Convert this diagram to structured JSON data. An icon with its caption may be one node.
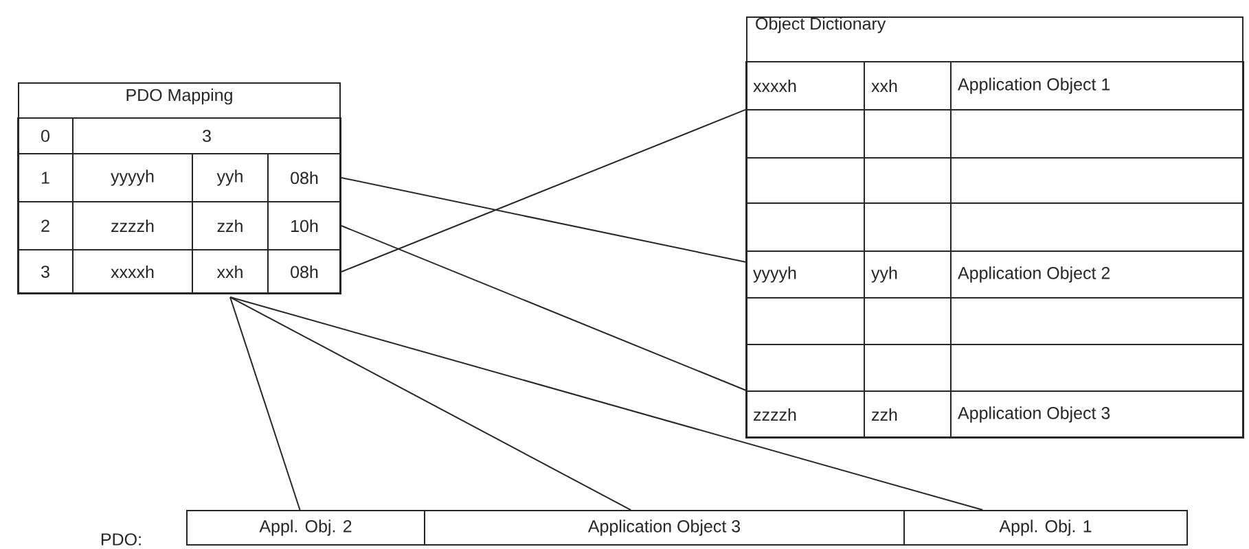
{
  "diagram": {
    "nodes": [
      {
        "text": [
          "PDO Mapping"
        ]
      },
      {
        "text": [
          "0"
        ],
        "in": 0
      },
      {
        "text": [
          "3"
        ],
        "in": 0
      },
      {
        "text": [
          "1"
        ],
        "in": 0
      },
      {
        "text": [
          "yyyyh"
        ],
        "in": 0
      },
      {
        "text": [
          "yyh"
        ],
        "in": 0
      },
      {
        "text": [
          "08h"
        ],
        "in": 0
      },
      {
        "text": [
          "2"
        ],
        "in": 0
      },
      {
        "text": [
          "zzzzh"
        ],
        "in": 0
      },
      {
        "text": [
          "zzh"
        ],
        "in": 0
      },
      {
        "text": [
          "10h"
        ],
        "in": 0
      },
      {
        "text": [
          "3"
        ],
        "in": 0
      },
      {
        "text": [
          "xxxxh"
        ],
        "in": 0
      },
      {
        "text": [
          "xxh"
        ],
        "in": 0
      },
      {
        "text": [
          "08h"
        ],
        "in": 0
      },
      {
        "text": [
          "Object Dictionary"
        ]
      },
      {
        "text": [
          "xxxxh"
        ],
        "in": 15
      },
      {
        "text": [
          "xxh"
        ],
        "in": 15
      },
      {
        "text": [
          "Application Object 1"
        ],
        "in": 15
      },
      {
        "text": [],
        "shape": "box",
        "in": 15
      },
      {
        "text": [],
        "shape": "box",
        "in": 15
      },
      {
        "text": [],
        "shape": "box",
        "in": 15
      },
      {
        "text": [],
        "shape": "box",
        "in": 15
      },
      {
        "text": [],
        "shape": "box",
        "in": 15
      },
      {
        "text": [],
        "shape": "box",
        "in": 15
      },
      {
        "text": [],
        "shape": "box",
        "in": 15
      },
      {
        "text": [],
        "shape": "box",
        "in": 15
      },
      {
        "text": [],
        "shape": "box",
        "in": 15
      },
      {
        "text": [
          "yyyyh"
        ],
        "in": 15
      },
      {
        "text": [
          "yyh"
        ],
        "in": 15
      },
      {
        "text": [
          "Application Object 2"
        ],
        "in": 15
      },
      {
        "text": [],
        "shape": "box",
        "in": 15
      },
      {
        "text": [],
        "shape": "box",
        "in": 15
      },
      {
        "text": [],
        "shape": "box",
        "in": 15
      },
      {
        "text": [],
        "shape": "box",
        "in": 15
      },
      {
        "text": [],
        "shape": "box",
        "in": 15
      },
      {
        "text": [],
        "shape": "box",
        "in": 15
      },
      {
        "text": [
          "zzzzh"
        ],
        "in": 15
      },
      {
        "text": [
          "zzh"
        ],
        "in": 15
      },
      {
        "text": [
          "Application Object 3"
        ],
        "in": 15
      },
      {
        "text": [
          "Appl. Obj. 2"
        ]
      },
      {
        "text": [
          "Application Object 3"
        ]
      },
      {
        "text": [
          "Appl. Obj. 1"
        ]
      }
    ],
    "edges": [
      {
        "from": 6,
        "to": 28,
        "arrow": "none"
      },
      {
        "from": 10,
        "to": 37,
        "arrow": "none"
      },
      {
        "from": 14,
        "to": 16,
        "arrow": "none"
      },
      {
        "from": 13,
        "to": 40,
        "arrow": "none"
      },
      {
        "from": 13,
        "to": 41,
        "arrow": "none"
      },
      {
        "from": 13,
        "to": 42,
        "arrow": "none"
      }
    ],
    "labels": [
      "PDO:"
    ]
  }
}
